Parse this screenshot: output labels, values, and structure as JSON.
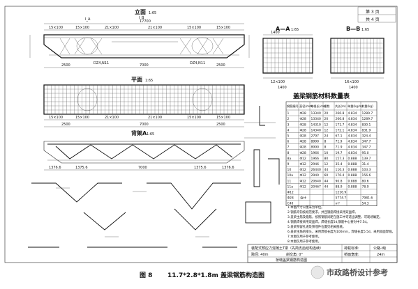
{
  "sheet": {
    "page": "第 3 页",
    "total": "共 4 页"
  },
  "elevation": {
    "title": "立面",
    "scale": "1:65",
    "dim_total": "17700",
    "dims": [
      "15×100",
      "15×100",
      "21×100",
      "21×100",
      "15×100",
      "15×100"
    ],
    "sections": [
      "I_A",
      "I_B"
    ],
    "bearing_labels": [
      "DZ4,N11",
      "DZ4,N11"
    ],
    "dim_base": "7000",
    "dim_side": "2500"
  },
  "plan": {
    "title": "平面",
    "scale": "1:65",
    "dims": [
      "15×100",
      "15×100",
      "21×100",
      "21×100",
      "15×100",
      "15×100"
    ],
    "dim_base": "7000",
    "dim_side": "2500"
  },
  "rebar_a": {
    "title": "背架A",
    "scale": "1:65",
    "dims": [
      "1376.6",
      "1375.6",
      "7000",
      "1375.6",
      "1376.6"
    ]
  },
  "section_a": {
    "title": "A—A",
    "scale": "1:65",
    "dims": [
      "1400",
      "1400",
      "12×100"
    ]
  },
  "section_b": {
    "title": "B—B",
    "scale": "1:65",
    "dims": [
      "1400",
      "16×100"
    ]
  },
  "table": {
    "title": "盖梁钢筋材料数量表",
    "headers": [
      "钢筋编号",
      "直径(mm)",
      "每根长(cm)",
      "根数",
      "共长(m)",
      "单重(kg/m)",
      "共重(kg)"
    ],
    "rows": [
      [
        "1",
        "Φ28",
        "13340",
        "20",
        "266.8",
        "4.834",
        "1289.7"
      ],
      [
        "2",
        "Φ28",
        "13340",
        "20",
        "266.8",
        "4.834",
        "1289.7"
      ],
      [
        "3",
        "Φ28",
        "14310",
        "12",
        "171.7",
        "4.834",
        "830.1"
      ],
      [
        "4",
        "Φ28",
        "14340",
        "12",
        "172.1",
        "4.834",
        "831.9"
      ],
      [
        "5",
        "Φ28",
        "2797",
        "24",
        "67.1",
        "4.834",
        "324.4"
      ],
      [
        "6",
        "Φ28",
        "8990",
        "8",
        "71.9",
        "4.834",
        "347.7"
      ],
      [
        "7",
        "Φ28",
        "8990",
        "8",
        "71.9",
        "4.834",
        "347.7"
      ],
      [
        "8",
        "Φ28",
        "1966",
        "10",
        "19.7",
        "4.834",
        "95.0"
      ],
      [
        "8a",
        "Φ12",
        "1966",
        "80",
        "157.3",
        "0.888",
        "139.7"
      ],
      [
        "9",
        "Φ12",
        "2946",
        "12",
        "35.4",
        "0.888",
        "31.4"
      ],
      [
        "10",
        "Φ12",
        "26440",
        "44",
        "116.3",
        "0.888",
        "103.3"
      ],
      [
        "10a",
        "Φ12",
        "2940",
        "60",
        "176.4",
        "0.888",
        "156.6"
      ],
      [
        "11",
        "Φ12",
        "20640",
        "44",
        "90.8",
        "0.888",
        "80.6"
      ],
      [
        "11a",
        "Φ12",
        "20467",
        "44",
        "88.9",
        "0.888",
        "78.9"
      ]
    ],
    "summary": [
      [
        "Φ12",
        "",
        "",
        "",
        "1216.9",
        "",
        ""
      ],
      [
        "Φ28",
        "",
        "",
        "",
        "5774.7",
        "",
        "7981.6"
      ],
      [
        "C40",
        "",
        "",
        "",
        "m³",
        "",
        "54.3"
      ]
    ],
    "summary_label": "合计"
  },
  "notes": {
    "lines": [
      "1.本图尺寸以厘米为单位。",
      "2.钢筋弯钩按规范要求，并且钢筋焊接采用双面焊。",
      "3.盖梁主筋及箍筋，按照钢筋间距在施工中可适当调整，可现场确定。",
      "4.钢筋焊接采用双面焊，焊缝长度5d,钢筋中心要对中7.5d。",
      "5.盖梁预留孔道及预埋件位置见相关图纸。",
      "6.盖梁主筋的接头，采用焊接长度为100mm，焊缝长度5.5d，采用双面焊缝。",
      "7.本图仅用于参考使用。",
      "8.本图仅用于参考使用。"
    ]
  },
  "title_block": {
    "project": "装配式预应力混凝土T梁（先简支后结构连续）",
    "span": "跨径: 40m",
    "skew": "斜交角: 0°",
    "drawing_name": "桥墩盖梁钢筋构造图",
    "design_load_label": "荷载标准:",
    "design_load": "公路-I级",
    "width_label": "桥面宽度:",
    "width": "24m"
  },
  "figure_caption": {
    "label": "图 8",
    "text": "11.7*2.8*1.8m 盖梁钢筋构造图"
  },
  "watermark": {
    "text": "市政路桥设计参考"
  }
}
